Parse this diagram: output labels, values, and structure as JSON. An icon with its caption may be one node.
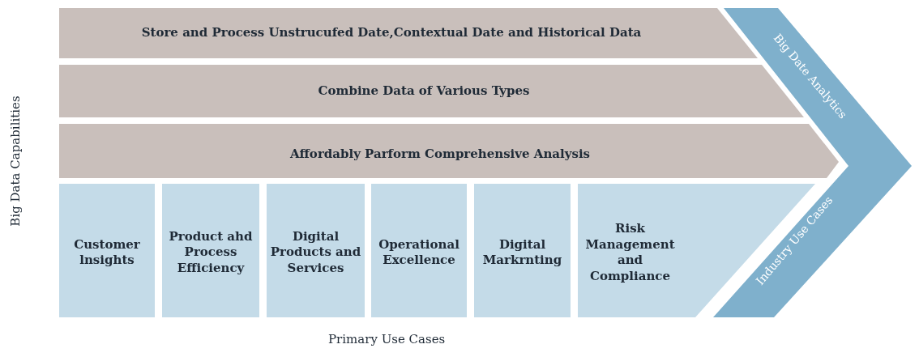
{
  "diagram": {
    "nodes": [
      {
        "text": [
          "Store and Process Unstrucufed Date,Contextual Date and Historical Data"
        ]
      },
      {
        "text": [
          "Combine Data of Various Types"
        ]
      },
      {
        "text": [
          "Affordably Parform Comprehensive Analysis"
        ]
      },
      {
        "text": [
          "Customer lnsights"
        ]
      },
      {
        "text": [
          "Product ahd Process Efficiency"
        ]
      },
      {
        "text": [
          "Digital Products and Services"
        ]
      },
      {
        "text": [
          "Operational Excellence"
        ]
      },
      {
        "text": [
          "Digital Markrnting"
        ]
      },
      {
        "text": [
          "Risk Management and Compliance"
        ]
      },
      {
        "text": [
          "Big Date Analytics",
          "Industry Use Cases"
        ]
      }
    ],
    "edges": [],
    "labels": [
      "Big Data Capabilities",
      "Primary Use Cases"
    ]
  }
}
